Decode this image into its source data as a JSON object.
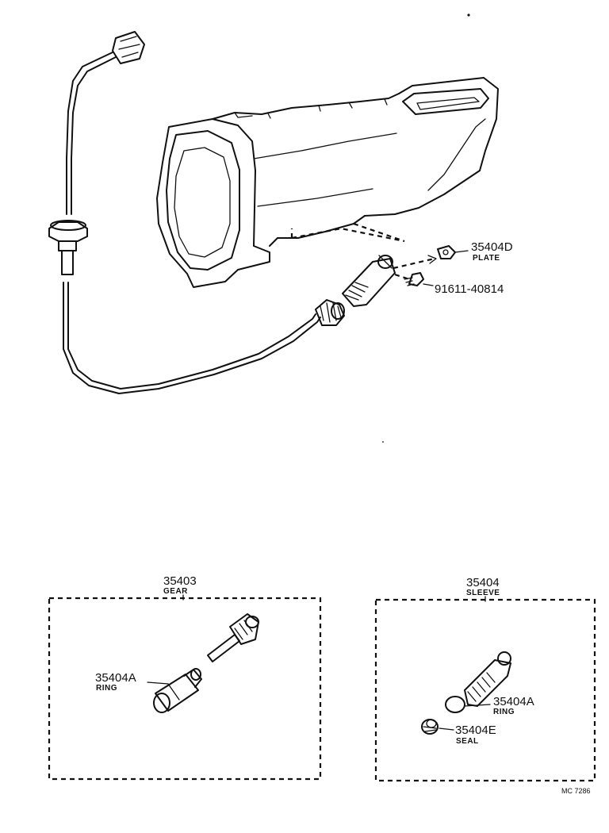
{
  "callouts": {
    "plate": {
      "number": "35404D",
      "name": "PLATE"
    },
    "bolt": {
      "number": "91611-40814"
    },
    "gear_group": {
      "number": "35403",
      "name": "GEAR"
    },
    "ring_gear": {
      "number": "35404A",
      "name": "RING"
    },
    "sleeve_group": {
      "number": "35404",
      "name": "SLEEVE"
    },
    "ring_sleeve": {
      "number": "35404A",
      "name": "RING"
    },
    "seal": {
      "number": "35404E",
      "name": "SEAL"
    }
  },
  "diagram_code": "MC 7286"
}
